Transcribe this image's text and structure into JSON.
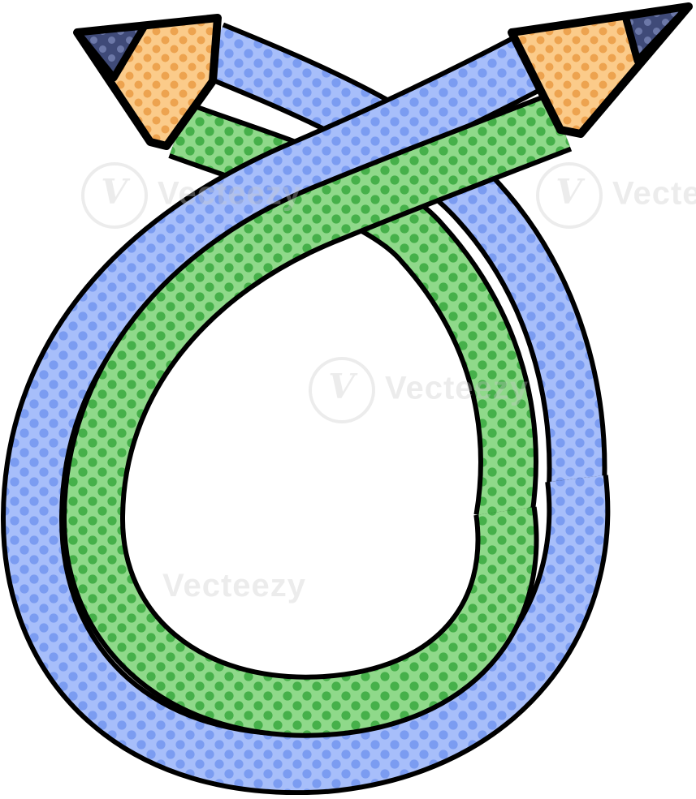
{
  "illustration": {
    "subject": "two colored pencils twisted into a loop",
    "colors": {
      "outline": "#000000",
      "blue_pencil_fill": "#a7befa",
      "blue_pencil_dots": "#7b9cf1",
      "green_pencil_fill": "#8fd98a",
      "green_pencil_dots": "#46b04a",
      "wood_fill": "#fbcb8a",
      "wood_dots": "#eda34f",
      "graphite_fill": "#3f4a78",
      "graphite_dots": "#6c78a8"
    }
  },
  "watermark": {
    "text": "Vecteezy",
    "glyph": "V"
  }
}
